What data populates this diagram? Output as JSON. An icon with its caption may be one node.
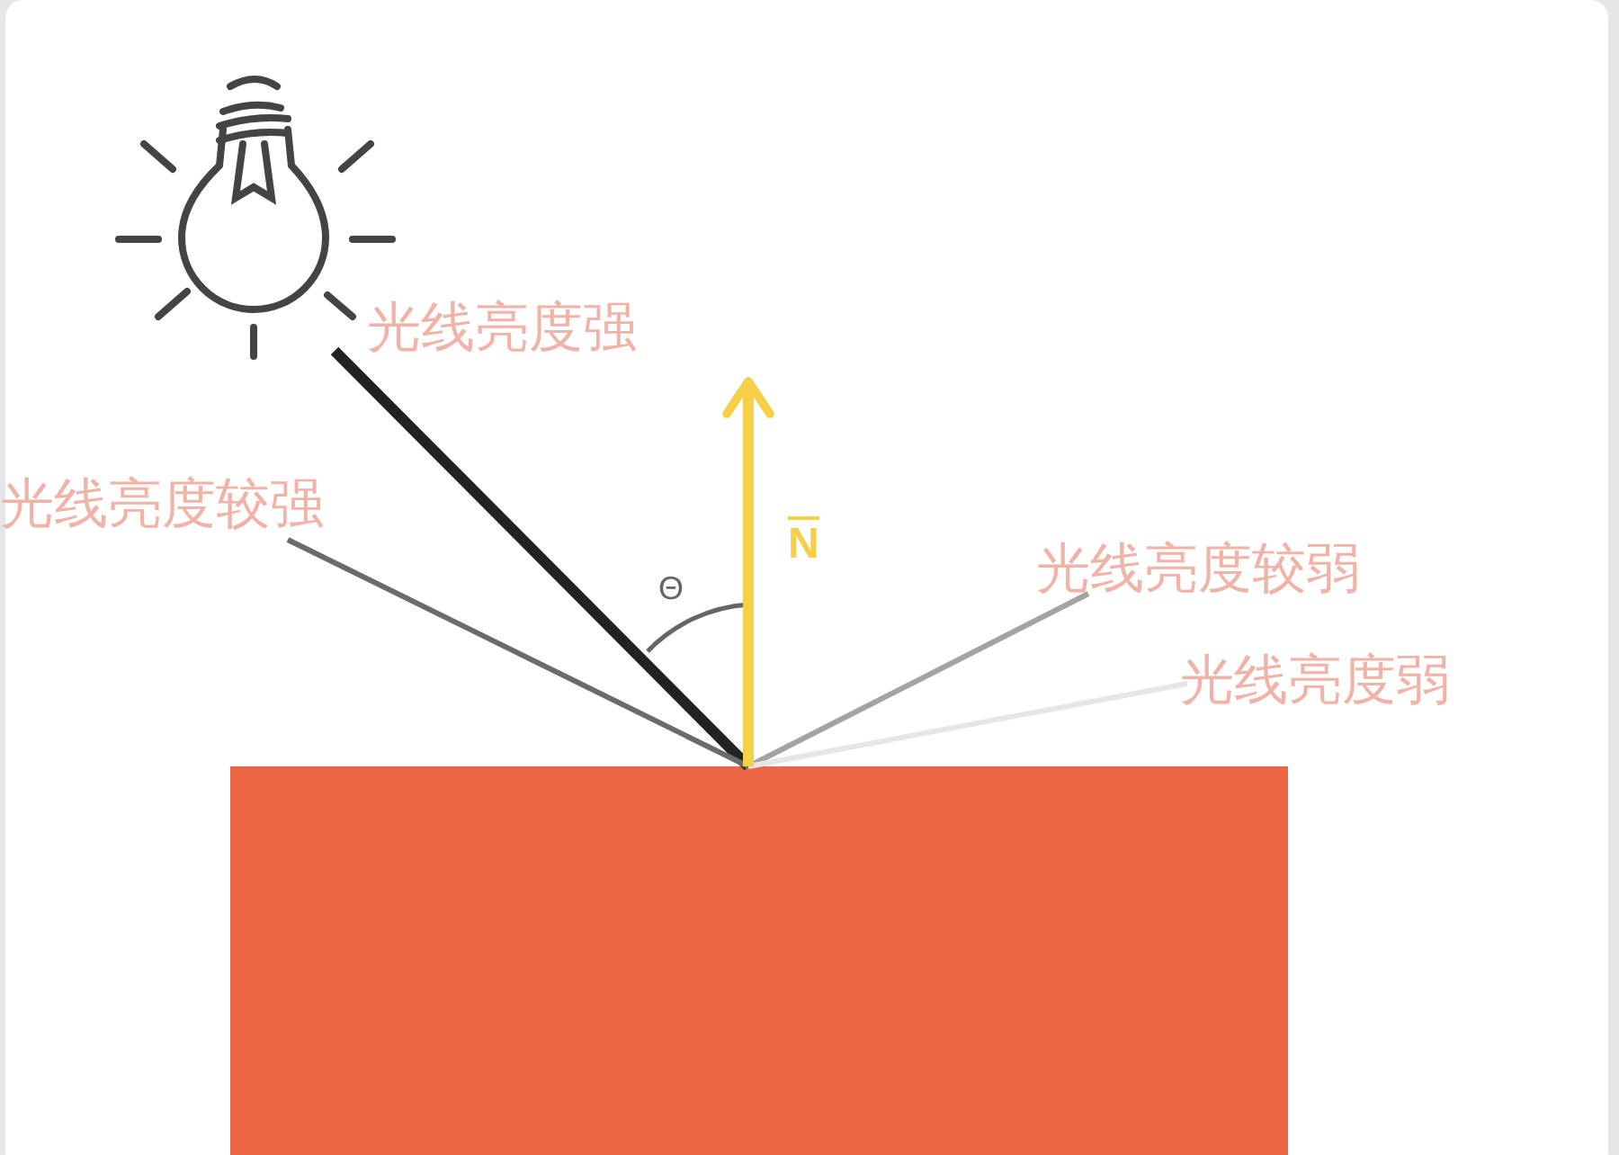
{
  "diagram": {
    "nodes": [
      {
        "text": [],
        "shape": "picture"
      },
      {
        "text": [],
        "shape": "box"
      },
      {
        "text": [
          "光线亮度较强"
        ]
      },
      {
        "text": [
          "光线亮度较弱"
        ]
      },
      {
        "text": [
          "光线亮度弱"
        ]
      }
    ],
    "edges": [
      {
        "from": 0,
        "to": 1,
        "arrow": "none",
        "label": "光线亮度强",
        "style": "thick",
        "color": "#222222"
      },
      {
        "from": 2,
        "to": 1,
        "arrow": "none",
        "color": "#6b6b6b"
      },
      {
        "from": 1,
        "to": 3,
        "arrow": "none",
        "color": "#a3a3a3"
      },
      {
        "from": 1,
        "to": 4,
        "arrow": "none",
        "color": "#e6e6e6"
      },
      {
        "from": 1,
        "to": null,
        "arrow": "to",
        "label": "N",
        "style": "thick",
        "color": "#f7cf48"
      }
    ],
    "labels": [
      "Θ"
    ]
  }
}
